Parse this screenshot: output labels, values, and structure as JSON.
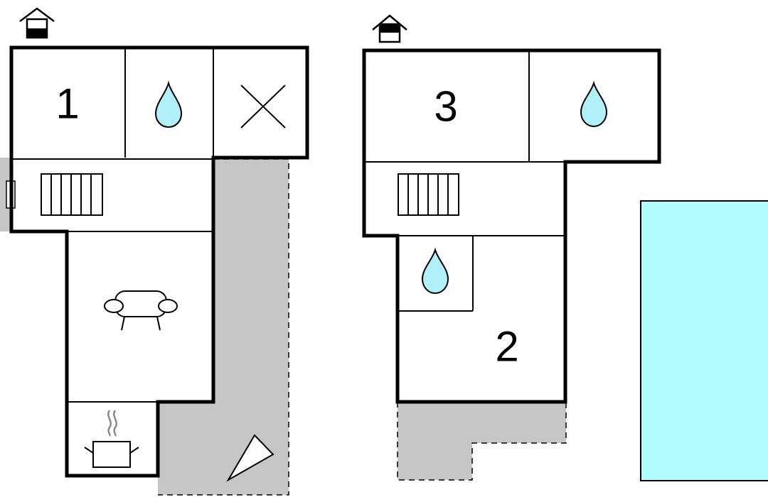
{
  "floors": [
    {
      "name": "left-floor",
      "rooms": [
        {
          "id": "bedroom-1",
          "label": "1"
        }
      ]
    },
    {
      "name": "right-floor",
      "rooms": [
        {
          "id": "bedroom-3",
          "label": "3"
        },
        {
          "id": "bedroom-2",
          "label": "2"
        }
      ]
    }
  ],
  "icons": {
    "entrance": "house-entrance-icon",
    "bathroom": "water-drop-icon",
    "toilet": "cross-icon",
    "stairs": "stairs-icon",
    "living": "sofa-icon",
    "kitchen": "cooking-pot-icon",
    "terrace": "sun-lounger-icon"
  },
  "colors": {
    "pool": "#b0fcff",
    "water_drop": "#b0f0f8",
    "terrace": "#c6c6c6",
    "walls": "#000000"
  }
}
